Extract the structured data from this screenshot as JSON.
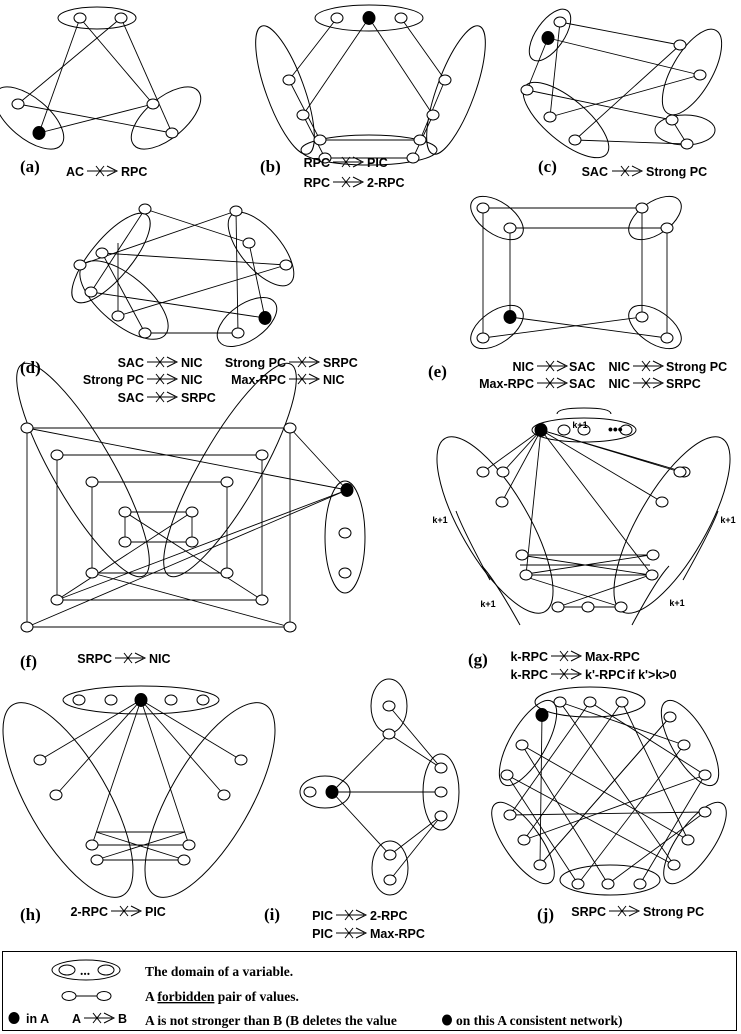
{
  "panels": {
    "a": {
      "label": "(a)",
      "relations": [
        {
          "a": "AC",
          "b": "RPC"
        }
      ]
    },
    "b": {
      "label": "(b)",
      "relations": [
        {
          "a": "RPC",
          "b": "PIC"
        },
        {
          "a": "RPC",
          "b": "2-RPC"
        }
      ]
    },
    "c": {
      "label": "(c)",
      "relations": [
        {
          "a": "SAC",
          "b": "Strong PC"
        }
      ]
    },
    "d": {
      "label": "(d)",
      "relations": [
        {
          "a": "SAC",
          "b": "NIC"
        },
        {
          "a": "Strong PC",
          "b": "NIC"
        },
        {
          "a": "SAC",
          "b": "SRPC"
        },
        {
          "a": "Strong PC",
          "b": "SRPC"
        },
        {
          "a": "Max-RPC",
          "b": "NIC"
        }
      ]
    },
    "e": {
      "label": "(e)",
      "relations": [
        {
          "a": "NIC",
          "b": "SAC"
        },
        {
          "a": "NIC",
          "b": "Strong PC"
        },
        {
          "a": "Max-RPC",
          "b": "SAC"
        },
        {
          "a": "NIC",
          "b": "SRPC"
        }
      ]
    },
    "f": {
      "label": "(f)",
      "relations": [
        {
          "a": "SRPC",
          "b": "NIC"
        }
      ]
    },
    "g": {
      "label": "(g)",
      "relations": [
        {
          "a": "k-RPC",
          "b": "Max-RPC",
          "suffix": ""
        },
        {
          "a": "k-RPC",
          "b": "k'-RPC",
          "suffix": "if k'>k>0"
        }
      ],
      "brace_label": "k+1"
    },
    "h": {
      "label": "(h)",
      "relations": [
        {
          "a": "2-RPC",
          "b": "PIC"
        }
      ]
    },
    "i": {
      "label": "(i)",
      "relations": [
        {
          "a": "PIC",
          "b": "2-RPC"
        },
        {
          "a": "PIC",
          "b": "Max-RPC"
        }
      ]
    },
    "j": {
      "label": "(j)",
      "relations": [
        {
          "a": "SRPC",
          "b": "Strong PC"
        }
      ]
    }
  },
  "legend": {
    "dots": "...",
    "domain_text": "The domain of a variable.",
    "forbidden_prefix": "A",
    "forbidden_word": "forbidden",
    "forbidden_suffix": "pair of values.",
    "in_a": "in A",
    "a_letter": "A",
    "b_letter": "B",
    "relation_text_1": "A is not stronger than B (B deletes the value",
    "relation_text_2": "on this A consistent network)"
  }
}
